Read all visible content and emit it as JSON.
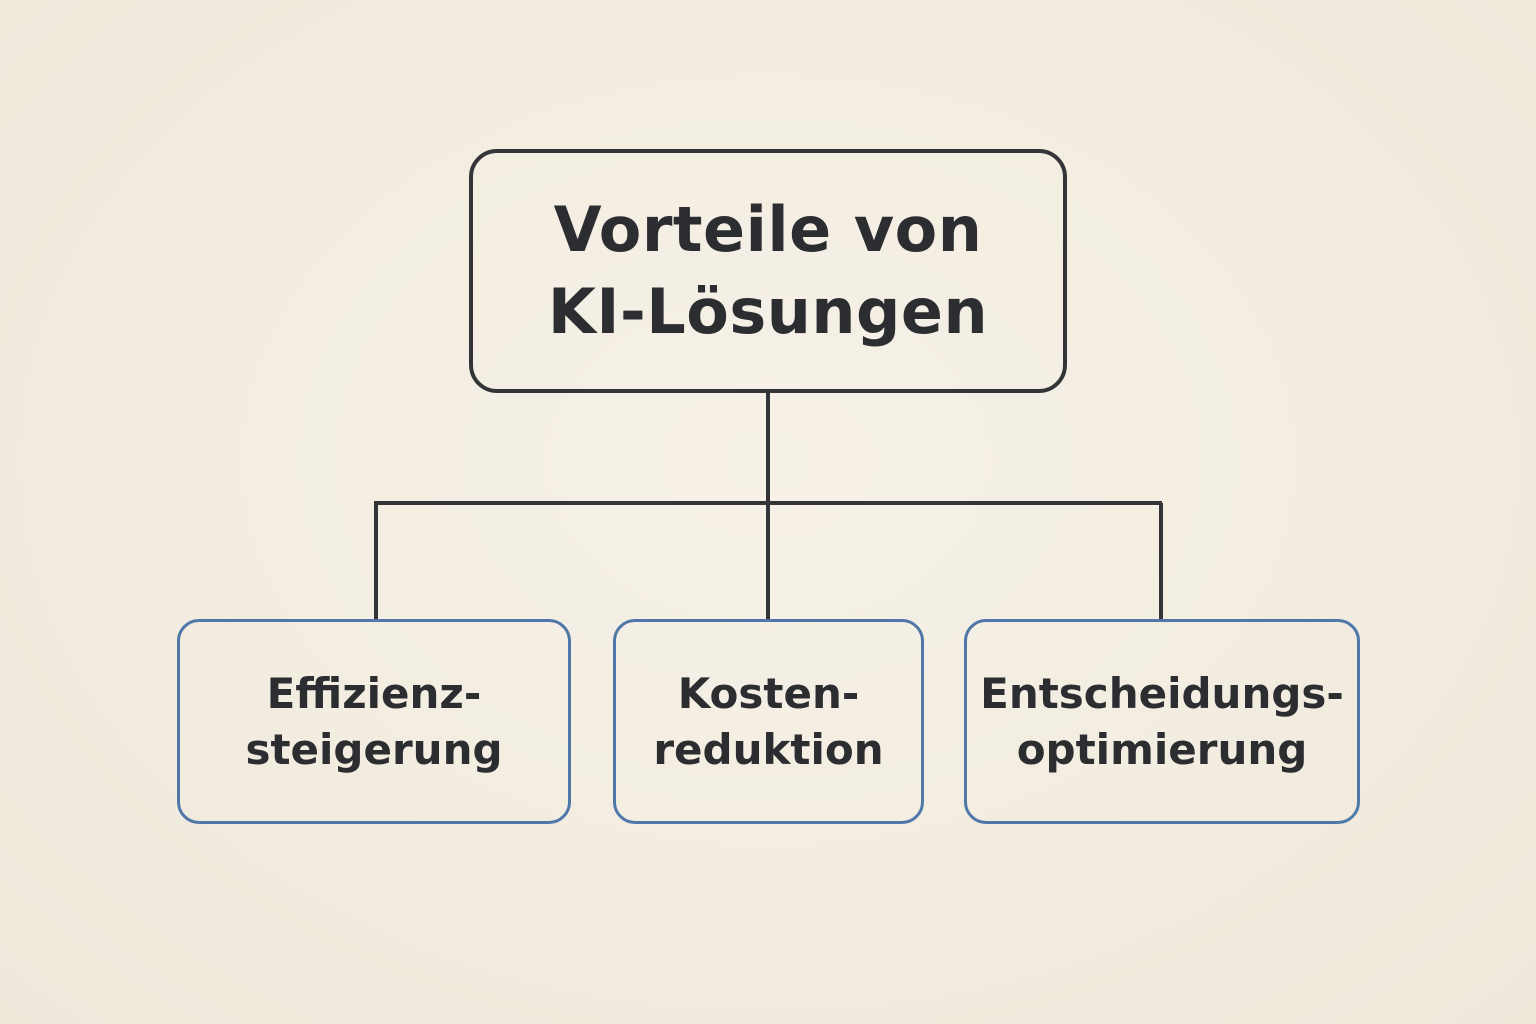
{
  "diagram": {
    "root": {
      "line1": "Vorteile von",
      "line2": "KI-Lösungen"
    },
    "children": [
      {
        "line1": "Effizienz-",
        "line2": "steigerung"
      },
      {
        "line1": "Kosten-",
        "line2": "reduktion"
      },
      {
        "line1": "Entscheidungs-",
        "line2": "optimierung"
      }
    ]
  },
  "colors": {
    "background": "#f3ede2",
    "root_border": "#333438",
    "child_border": "#4f78a8",
    "text": "#2b2d30",
    "connector": "#333438"
  }
}
